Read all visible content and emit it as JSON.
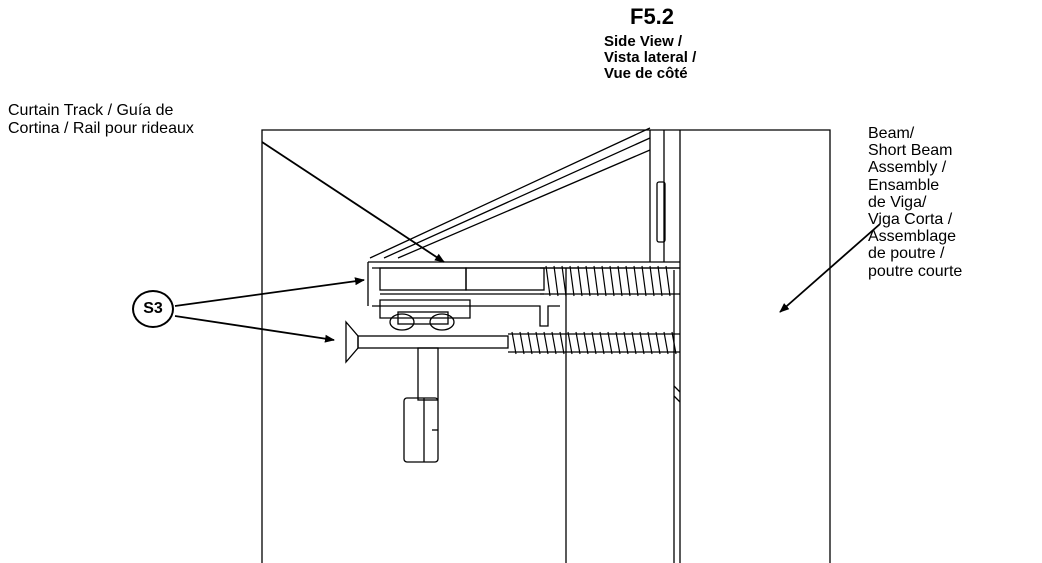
{
  "figure": {
    "id": "F5.2",
    "view_lines": [
      "Side View /",
      "Vista lateral /",
      "Vue de côté"
    ]
  },
  "callouts": {
    "curtain_track": [
      "Curtain Track / Guía de",
      "Cortina / Rail pour rideaux"
    ],
    "beam": [
      "Beam/",
      "Short Beam",
      "Assembly  /",
      "Ensamble",
      "de Viga/",
      "Viga Corta /",
      "Assemblage",
      "de poutre /",
      "poutre courte"
    ],
    "screw_label": "S3"
  }
}
